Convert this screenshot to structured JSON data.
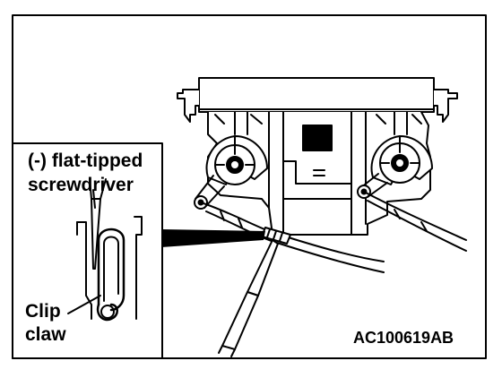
{
  "diagram": {
    "tool_label_line1": "(-) flat-tipped",
    "tool_label_line2": "screwdriver",
    "clip_label_line1": "Clip",
    "clip_label_line2": "claw",
    "figure_code": "AC100619AB"
  },
  "colors": {
    "ink": "#000000",
    "paper": "#ffffff"
  }
}
